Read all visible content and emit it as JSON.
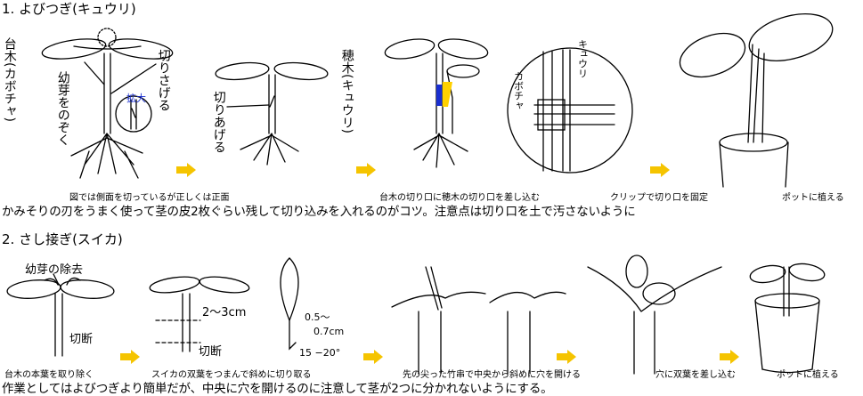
{
  "section1": {
    "title": "1. よびつぎ(キュウリ)",
    "labels": {
      "rootstock": "台木(カボチャ)",
      "remove_bud": "幼芽をのぞく",
      "cut_down": "切りさげる",
      "magnify": "拡大",
      "cut_up": "切りあげる",
      "scion": "穂木(キュウリ)",
      "cucumber": "キュウリ",
      "pumpkin": "カボチャ"
    },
    "captions": [
      "図では側面を切っているが正しくは正面",
      "台木の切り口に穂木の切り口を差し込む",
      "クリップで切り口を固定",
      "ポットに植える"
    ],
    "note": "かみそりの刃をうまく使って茎の皮2枚ぐらい残して切り込みを入れるのがコツ。注意点は切り口を土で汚さないように"
  },
  "section2": {
    "title": "2. さし接ぎ(スイカ)",
    "labels": {
      "remove_bud": "幼芽の除去",
      "cut1": "切断",
      "length": "2～3cm",
      "cut2": "切断",
      "dim1": "0.5～",
      "dim2": "0.7cm",
      "dim3": "15 −20°"
    },
    "captions": [
      "台木の本葉を取り除く",
      "スイカの双葉をつまんで斜めに切り取る",
      "先の尖った竹串で中央から斜めに穴を開ける",
      "穴に双葉を差し込む",
      "ポットに植える"
    ],
    "note": "作業としてはよびつぎより簡単だが、中央に穴を開けるのに注意して茎が2つに分かれないようにする。"
  },
  "colors": {
    "arrow": "#f5c400",
    "blue": "#1a2fd0",
    "yellow": "#ffd000"
  }
}
